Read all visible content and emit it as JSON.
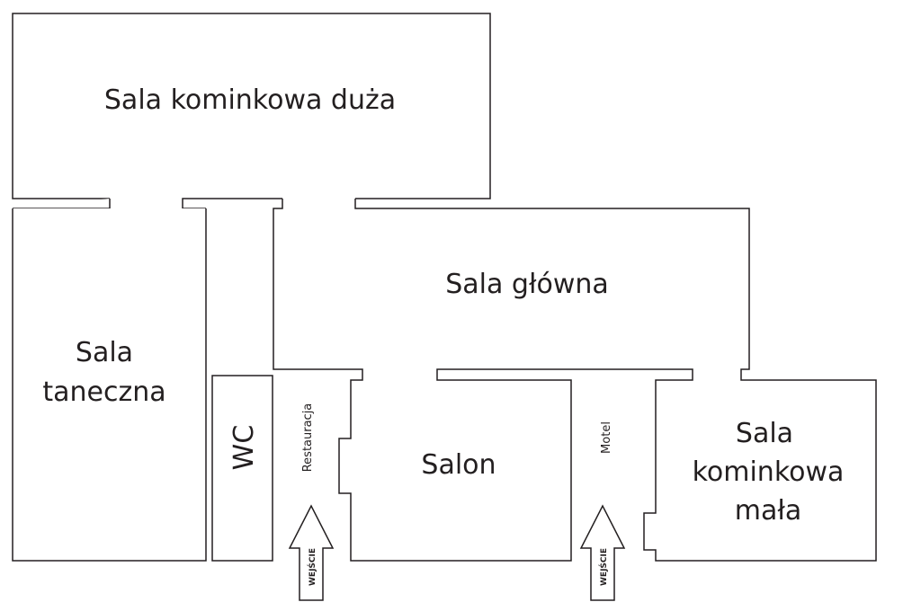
{
  "rooms": {
    "sala_kominkowa_duza": "Sala kominkowa duża",
    "sala_taneczna_line1": "Sala",
    "sala_taneczna_line2": "taneczna",
    "sala_glowna": "Sala główna",
    "wc": "WC",
    "restauracja": "Restauracja",
    "salon": "Salon",
    "motel": "Motel",
    "sala_kominkowa_mala_line1": "Sala",
    "sala_kominkowa_mala_line2": "kominkowa",
    "sala_kominkowa_mala_line3": "mała"
  },
  "entrances": {
    "left_label": "WEJŚCIE",
    "right_label": "WEJŚCIE"
  },
  "colors": {
    "line": "#231f20",
    "background": "#ffffff"
  }
}
